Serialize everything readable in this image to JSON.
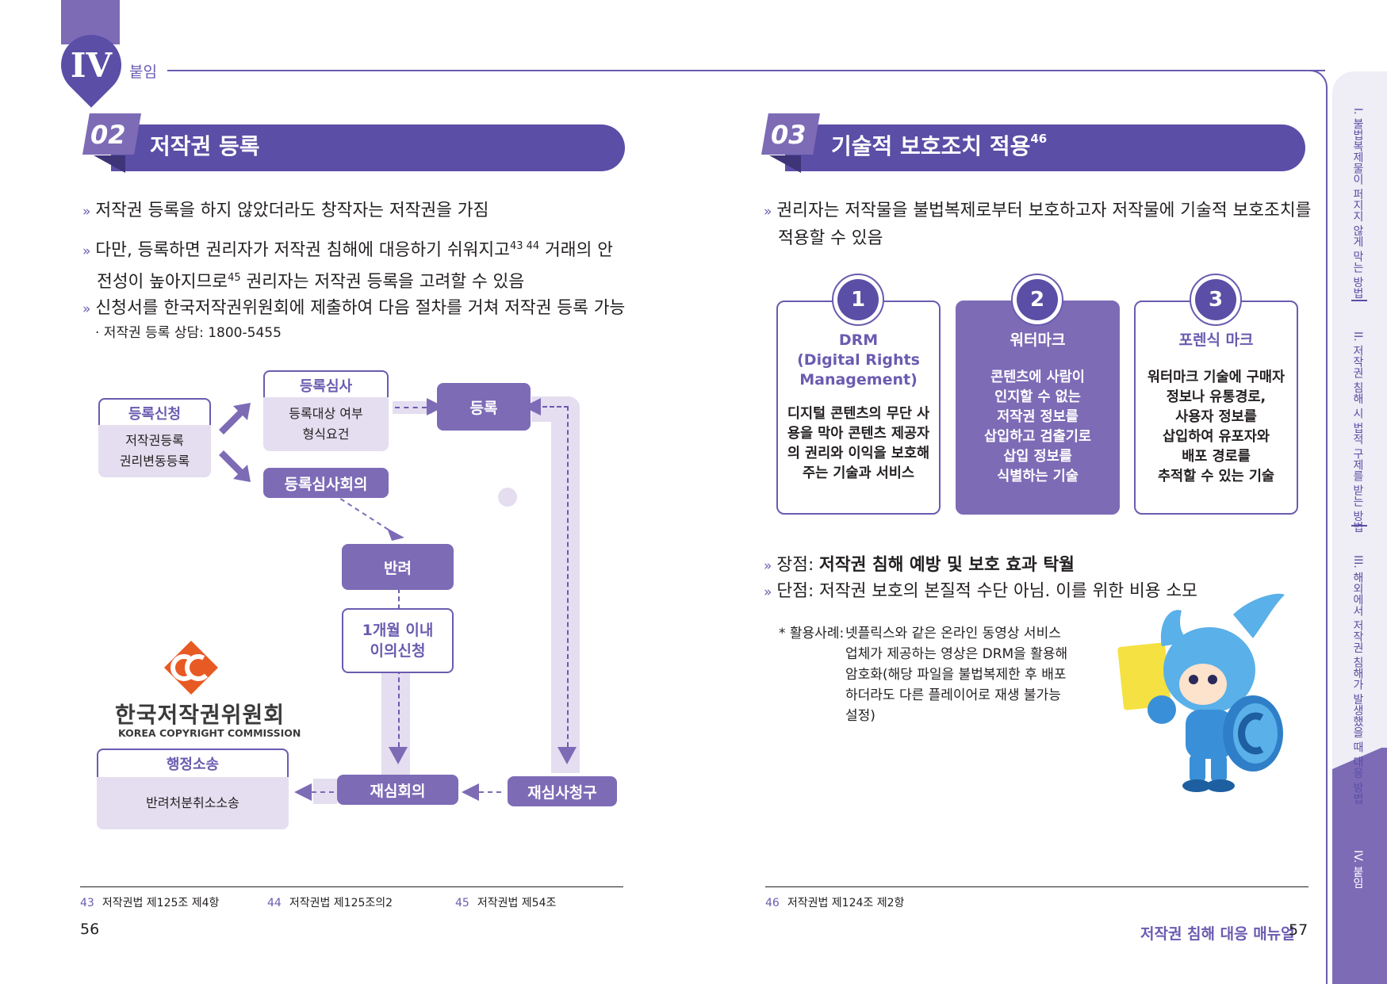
{
  "header": {
    "chapter": "IV",
    "section_label": "붙임"
  },
  "side_tabs": [
    {
      "label": "I. 불법복제물이 퍼지지 않게 막는 방법"
    },
    {
      "label": "II. 저작권 침해 시 법적 구제를 받는 방법"
    },
    {
      "label": "III. 해외에서 저작권 침해가 발생했을 때 대응 방법"
    },
    {
      "label": "IV. 붙임"
    }
  ],
  "left": {
    "section_num": "02",
    "section_title": "저작권 등록",
    "bullets": [
      {
        "text": "저작권 등록을 하지 않았더라도 창작자는 저작권을 가짐"
      },
      {
        "line1": "다만, 등록하면 권리자가 저작권 침해에 대응하기 쉬워지고",
        "sup1": "43 44",
        "line1b": " 거래의 안",
        "line2": "전성이 높아지므로",
        "sup2": "45",
        "line2b": " 권리자는 저작권 등록을 고려할 수 있음"
      },
      {
        "text": "신청서를 한국저작권위원회에 제출하여 다음 절차를 거쳐 저작권 등록 가능"
      }
    ],
    "contact": "· 저작권 등록 상담: 1800-5455",
    "flow": {
      "apply_title": "등록신청",
      "apply_line1": "저작권등록",
      "apply_line2": "권리변동등록",
      "review_title": "등록심사",
      "review_line1": "등록대상 여부",
      "review_line2": "형식요건",
      "register": "등록",
      "committee": "등록심사회의",
      "reject": "반려",
      "objection_line1": "1개월 이내",
      "objection_line2": "이의신청",
      "rereview": "재심회의",
      "rereview_request": "재심사청구",
      "admin_title": "행정소송",
      "admin_body": "반려처분취소소송"
    },
    "logo": {
      "name_ko": "한국저작권위원회",
      "name_en": "KOREA COPYRIGHT COMMISSION"
    }
  },
  "right": {
    "section_num": "03",
    "section_title": "기술적 보호조치 적용",
    "section_sup": "46",
    "bullet_line1": "권리자는 저작물을 불법복제로부터 보호하고자 저작물에 기술적 보호조치를",
    "bullet_line2": "적용할 수 있음",
    "cards": [
      {
        "num": "1",
        "title_lines": [
          "DRM",
          "(Digital Rights",
          "Management)"
        ],
        "desc_lines": [
          "디지털 콘텐츠의 무단 사",
          "용을 막아 콘텐츠 제공자",
          "의 권리와 이익을 보호해",
          "주는 기술과 서비스"
        ]
      },
      {
        "num": "2",
        "title_lines": [
          "워터마크"
        ],
        "desc_lines": [
          "콘텐츠에 사람이",
          "인지할 수 없는",
          "저작권 정보를",
          "삽입하고 검출기로",
          "삽입 정보를",
          "식별하는 기술"
        ]
      },
      {
        "num": "3",
        "title_lines": [
          "포렌식 마크"
        ],
        "desc_lines": [
          "워터마크 기술에 구매자",
          "정보나 유통경로,",
          "사용자 정보를",
          "삽입하여 유포자와",
          "배포 경로를",
          "추적할 수 있는 기술"
        ]
      }
    ],
    "pros_label": "장점: ",
    "pros_text": "저작권 침해 예방 및 보호 효과 탁월",
    "cons_text": "단점: 저작권 보호의 본질적 수단 아님. 이를 위한 비용 소모",
    "example_label": "* 활용사례: ",
    "example_lines": [
      "넷플릭스와 같은 온라인 동영상 서비스",
      "업체가 제공하는 영상은 DRM을 활용해",
      "암호화(해당 파일을 불법복제한 후 배포",
      "하더라도 다른 플레이어로 재생 불가능",
      "설정)"
    ]
  },
  "footnotes_left": [
    {
      "num": "43",
      "text": "저작권법 제125조 제4항"
    },
    {
      "num": "44",
      "text": "저작권법 제125조의2"
    },
    {
      "num": "45",
      "text": "저작권법 제54조"
    }
  ],
  "footnotes_right": [
    {
      "num": "46",
      "text": "저작권법 제124조 제2항"
    }
  ],
  "footer": {
    "page_left": "56",
    "book_title": "저작권 침해 대응 매뉴얼",
    "page_right": "57"
  },
  "colors": {
    "primary": "#5b4ea6",
    "accent": "#7d6bb6",
    "light": "#e4def0"
  }
}
